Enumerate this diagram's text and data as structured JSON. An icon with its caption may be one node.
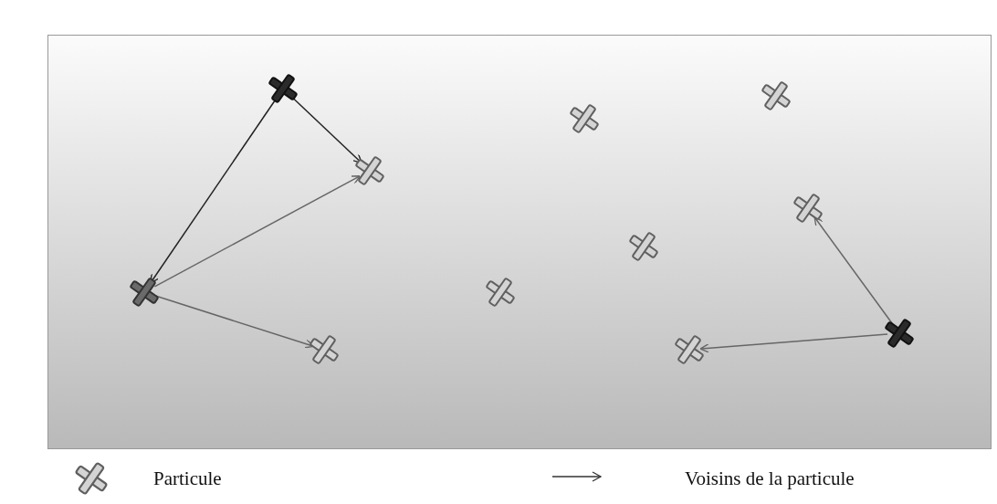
{
  "diagram": {
    "nodes": [
      {
        "text": [],
        "shape": "cross"
      },
      {
        "text": [],
        "shape": "cross"
      },
      {
        "text": [],
        "shape": "cross"
      },
      {
        "text": [],
        "shape": "cross"
      },
      {
        "text": [],
        "shape": "cross"
      },
      {
        "text": [],
        "shape": "cross"
      },
      {
        "text": [],
        "shape": "cross"
      },
      {
        "text": [],
        "shape": "cross"
      },
      {
        "text": [],
        "shape": "cross"
      },
      {
        "text": [],
        "shape": "cross"
      },
      {
        "text": [],
        "shape": "cross"
      }
    ],
    "edges": [
      {
        "from": 0,
        "to": 3,
        "arrow": "to",
        "color": "#222222"
      },
      {
        "from": 0,
        "to": 6,
        "arrow": "to",
        "color": "#222222"
      },
      {
        "from": 6,
        "to": 3,
        "arrow": "to"
      },
      {
        "from": 6,
        "to": 9,
        "arrow": "to"
      },
      {
        "from": 8,
        "to": 4,
        "arrow": "to"
      },
      {
        "from": 8,
        "to": 10,
        "arrow": "to"
      }
    ],
    "legend": [
      {
        "text": "Particule"
      },
      {
        "text": "Voisins de la particule"
      }
    ]
  }
}
